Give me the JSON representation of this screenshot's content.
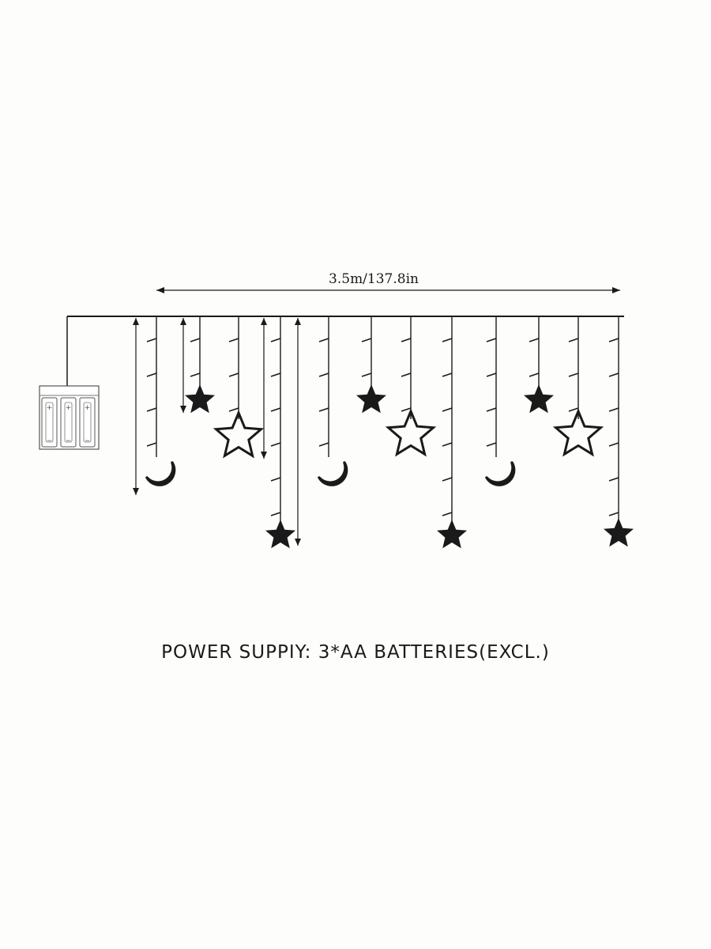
{
  "dimension_label": "3.5m/137.8in",
  "caption": "POWER SUPPIY: 3*AA BATTERIES(EXCL.)",
  "colors": {
    "ink": "#1a1a1a",
    "background": "#fdfdfb"
  },
  "battery_box": {
    "cells": 3
  },
  "strands": [
    {
      "shape": "moon",
      "icon": "moon-icon",
      "fill": "outline"
    },
    {
      "shape": "star",
      "icon": "star-icon",
      "fill": "solid"
    },
    {
      "shape": "star",
      "icon": "star-icon",
      "fill": "outline"
    },
    {
      "shape": "star",
      "icon": "star-icon",
      "fill": "solid"
    },
    {
      "shape": "moon",
      "icon": "moon-icon",
      "fill": "outline"
    },
    {
      "shape": "star",
      "icon": "star-icon",
      "fill": "solid"
    },
    {
      "shape": "star",
      "icon": "star-icon",
      "fill": "outline"
    },
    {
      "shape": "star",
      "icon": "star-icon",
      "fill": "solid"
    },
    {
      "shape": "moon",
      "icon": "moon-icon",
      "fill": "outline"
    },
    {
      "shape": "star",
      "icon": "star-icon",
      "fill": "solid"
    },
    {
      "shape": "star",
      "icon": "star-icon",
      "fill": "outline"
    },
    {
      "shape": "star",
      "icon": "star-icon",
      "fill": "solid"
    }
  ]
}
